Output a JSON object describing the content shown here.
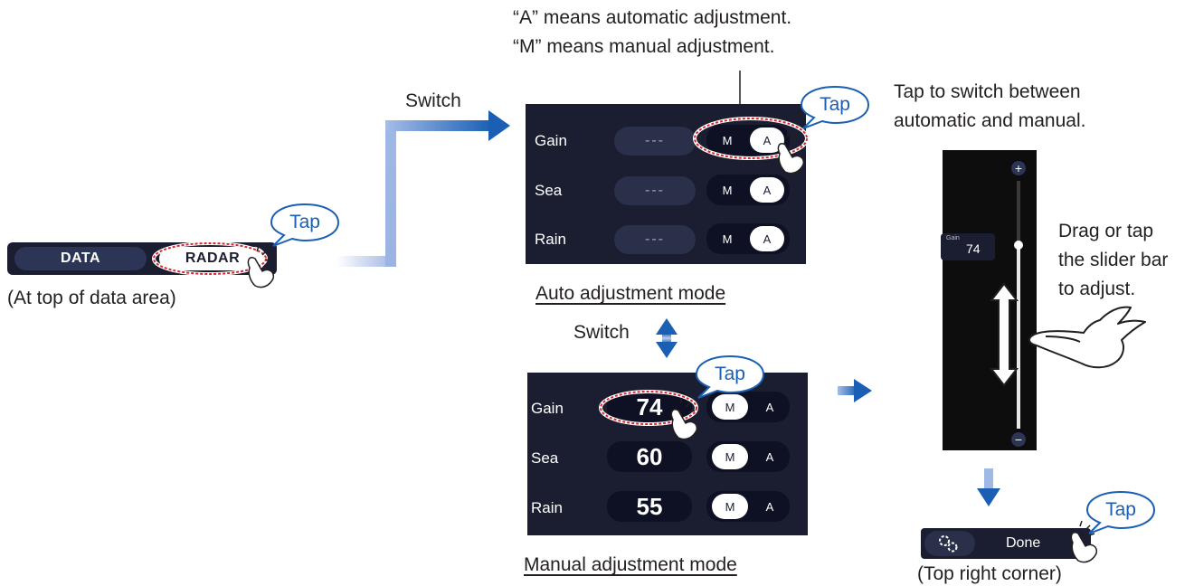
{
  "notes": {
    "line1": "“A” means automatic adjustment.",
    "line2": "“M” means manual adjustment.",
    "tap_switch_line1": "Tap to switch between",
    "tap_switch_line2": "automatic and manual.",
    "drag_line1": "Drag or tap",
    "drag_line2": "the slider bar",
    "drag_line3": "to adjust."
  },
  "switch_label_top": "Switch",
  "switch_label_mid": "Switch",
  "tap_label": "Tap",
  "tabbar": {
    "tabs": [
      "DATA",
      "RADAR"
    ],
    "caption": "(At top of data area)"
  },
  "auto_panel": {
    "caption": "Auto adjustment mode",
    "rows": [
      {
        "label": "Gain",
        "value": "---",
        "m": "M",
        "a": "A"
      },
      {
        "label": "Sea",
        "value": "---",
        "m": "M",
        "a": "A"
      },
      {
        "label": "Rain",
        "value": "---",
        "m": "M",
        "a": "A"
      }
    ]
  },
  "manual_panel": {
    "caption": "Manual adjustment mode",
    "rows": [
      {
        "label": "Gain",
        "value": "74",
        "m": "M",
        "a": "A"
      },
      {
        "label": "Sea",
        "value": "60",
        "m": "M",
        "a": "A"
      },
      {
        "label": "Rain",
        "value": "55",
        "m": "M",
        "a": "A"
      }
    ]
  },
  "slider": {
    "label": "Gain",
    "value": "74",
    "plus": "+",
    "minus": "−",
    "level": 0.74
  },
  "donebar": {
    "label": "Done",
    "caption": "(Top right corner)"
  },
  "colors": {
    "panel": "#1b1e30",
    "accent_blue": "#1a5fb4",
    "highlight_red": "#d7262e"
  }
}
